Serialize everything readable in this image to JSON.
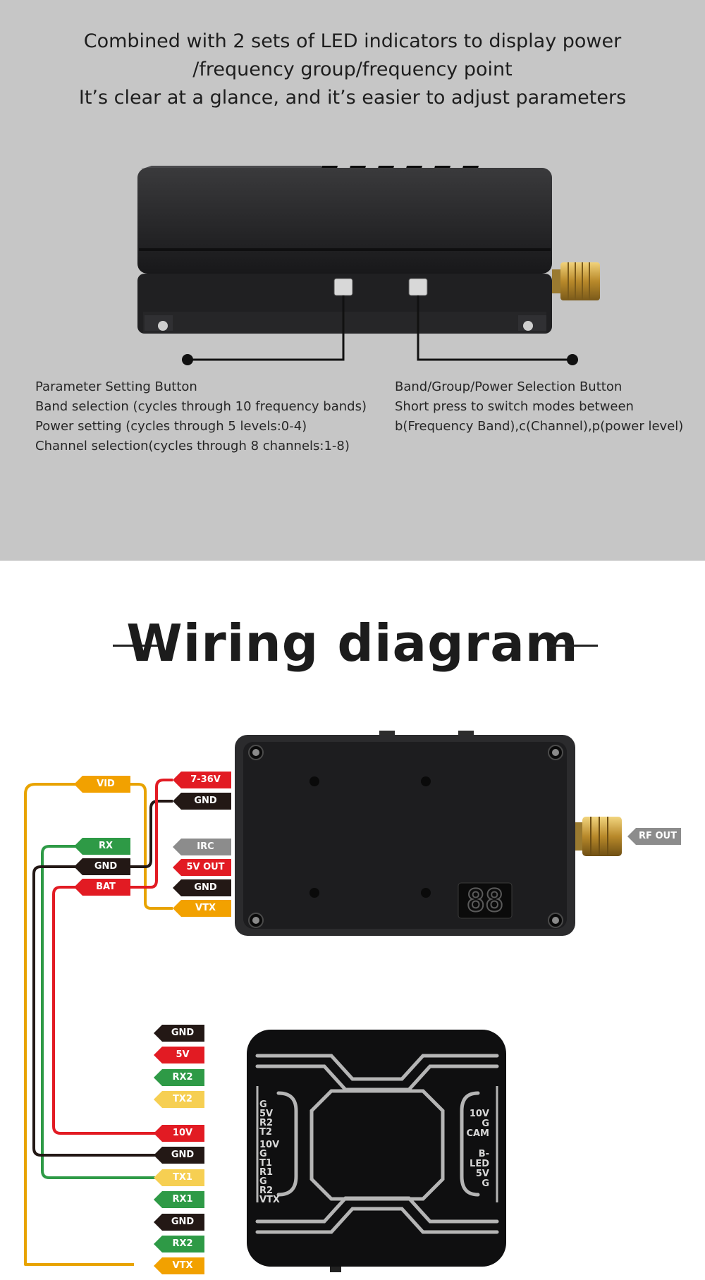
{
  "headline": [
    "Combined with 2 sets of LED indicators to display power",
    "/frequency group/frequency point",
    "It’s clear at a glance, and it’s easier to adjust parameters"
  ],
  "left_callout": [
    "Parameter Setting Button",
    "Band selection  (cycles through 10 frequency bands)",
    "Power setting  (cycles through 5 levels:0-4)",
    "Channel selection(cycles through 8 channels:1-8)"
  ],
  "right_callout": [
    "Band/Group/Power Selection Button",
    "Short press to switch modes between",
    "b(Frequency Band),c(Channel),p(power level)"
  ],
  "wiring_title": "Wiring diagram",
  "display_digits": "88",
  "vtx_left_pins": [
    "VID",
    "RX",
    "GND",
    "BAT"
  ],
  "vtx_right_pins": [
    "7-36V",
    "GND",
    "IRC",
    "5V OUT",
    "GND",
    "VTX"
  ],
  "rf_out": "RF OUT",
  "fc_pins": [
    "GND",
    "5V",
    "RX2",
    "TX2",
    "10V",
    "GND",
    "TX1",
    "RX1",
    "GND",
    "RX2",
    "VTX"
  ],
  "fc_left_pad_labels": [
    "G",
    "5V",
    "R2",
    "T2",
    "10V",
    "G",
    "T1",
    "R1",
    "G",
    "R2",
    "VTX"
  ],
  "fc_right_pad_labels": [
    "10V",
    "G",
    "CAM",
    "B-",
    "LED",
    "5V",
    "G"
  ],
  "colors": {
    "orange": "#f2a100",
    "red": "#e21b23",
    "black": "#231815",
    "gray": "#8c8c8c",
    "green": "#2e9a46",
    "yellow": "#f6cf52",
    "top_background": "#c6c6c6"
  }
}
